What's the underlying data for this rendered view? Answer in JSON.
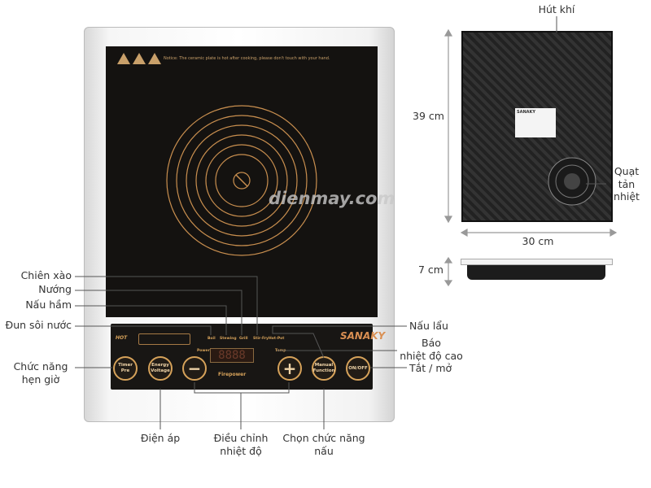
{
  "brand": "SANAKY",
  "watermark": "dienmay.com",
  "notice": "Notice: The ceramic plate is hot after cooking, please don't touch with your hand.",
  "panel": {
    "hot": "HOT",
    "modes": [
      "Boil",
      "Stewing",
      "Grill",
      "Stir-Fry",
      "Hot-Pot"
    ],
    "power": "Power",
    "temp": "Temp",
    "display": "8888",
    "firepower": "Firepower",
    "buttons": {
      "timer": "Timer Pre",
      "energy": "Energy Voltage",
      "minus": "−",
      "plus": "+",
      "manual": "Manual Function",
      "onoff": "ON/OFF"
    }
  },
  "annotations": {
    "chien_xao": "Chiên xào",
    "nuong": "Nướng",
    "nau_ham": "Nấu hầm",
    "dun_soi": "Đun sôi nước",
    "hen_gio": [
      "Chức năng",
      "hẹn giờ"
    ],
    "nau_lau": "Nấu lẩu",
    "bao_nhiet": [
      "Báo",
      "nhiệt độ cao"
    ],
    "tat_mo": "Tắt / mở",
    "dien_ap": "Điện áp",
    "dieu_chinh": [
      "Điều chỉnh",
      "nhiệt độ"
    ],
    "chon_chuc_nang": [
      "Chọn chức năng",
      "nấu"
    ],
    "hut_khi": "Hút khí",
    "quat": [
      "Quạt",
      "tản",
      "nhiệt"
    ]
  },
  "dimensions": {
    "height": "39 cm",
    "width": "30 cm",
    "depth": "7 cm"
  },
  "sticker": "SANAKY"
}
